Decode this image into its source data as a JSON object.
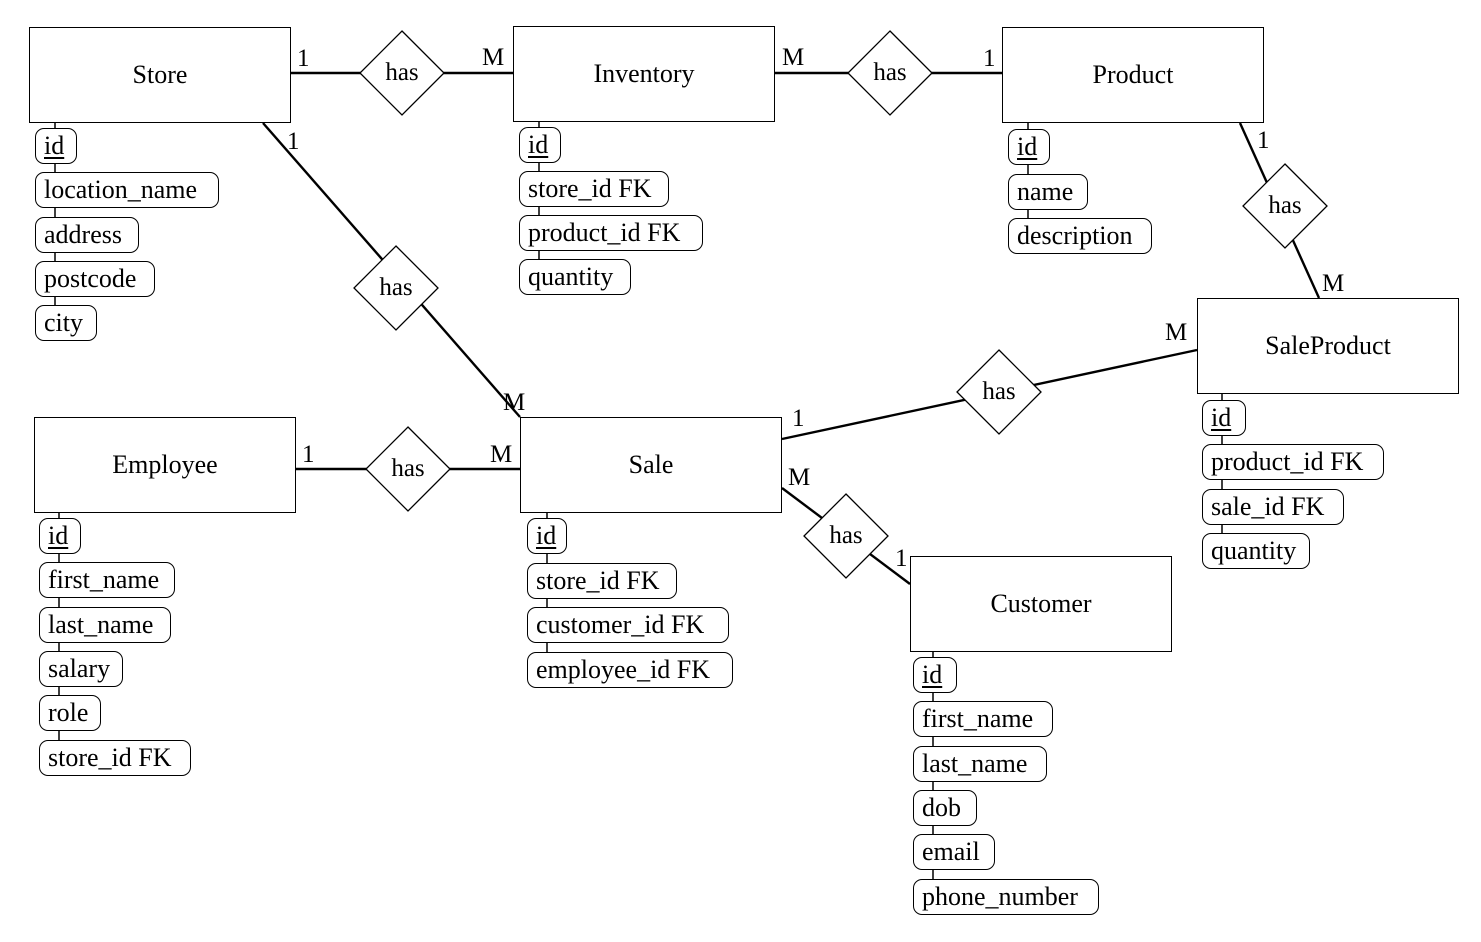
{
  "entities": {
    "store": {
      "name": "Store",
      "attributes": [
        "id",
        "location_name",
        "address",
        "postcode",
        "city"
      ]
    },
    "inventory": {
      "name": "Inventory",
      "attributes": [
        "id",
        "store_id FK",
        "product_id FK",
        "quantity"
      ]
    },
    "product": {
      "name": "Product",
      "attributes": [
        "id",
        "name",
        "description"
      ]
    },
    "saleproduct": {
      "name": "SaleProduct",
      "attributes": [
        "id",
        "product_id FK",
        "sale_id FK",
        "quantity"
      ]
    },
    "employee": {
      "name": "Employee",
      "attributes": [
        "id",
        "first_name",
        "last_name",
        "salary",
        "role",
        "store_id FK"
      ]
    },
    "sale": {
      "name": "Sale",
      "attributes": [
        "id",
        "store_id FK",
        "customer_id FK",
        "employee_id FK"
      ]
    },
    "customer": {
      "name": "Customer",
      "attributes": [
        "id",
        "first_name",
        "last_name",
        "dob",
        "email",
        "phone_number"
      ]
    }
  },
  "relationships": [
    {
      "id": "store-inventory",
      "label": "has",
      "card_a": "1",
      "card_b": "M"
    },
    {
      "id": "inventory-product",
      "label": "has",
      "card_a": "M",
      "card_b": "1"
    },
    {
      "id": "product-saleproduct",
      "label": "has",
      "card_a": "1",
      "card_b": "M"
    },
    {
      "id": "store-sale",
      "label": "has",
      "card_a": "1",
      "card_b": "M"
    },
    {
      "id": "employee-sale",
      "label": "has",
      "card_a": "1",
      "card_b": "M"
    },
    {
      "id": "sale-saleproduct",
      "label": "has",
      "card_a": "1",
      "card_b": "M"
    },
    {
      "id": "sale-customer",
      "label": "has",
      "card_a": "M",
      "card_b": "1"
    }
  ]
}
